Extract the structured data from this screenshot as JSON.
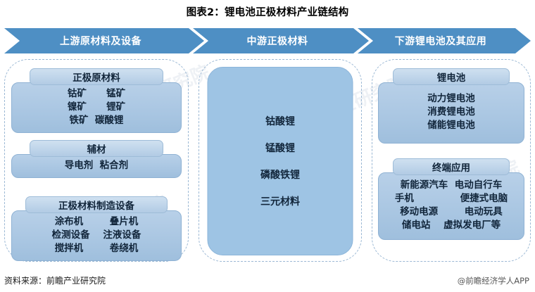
{
  "title": "图表2：锂电池正极材料产业链结构",
  "banners": [
    {
      "id": "upstream",
      "label": "上游原材料及设备"
    },
    {
      "id": "midstream",
      "label": "中游正极材料"
    },
    {
      "id": "downstream",
      "label": "下游锂电池及其应用"
    }
  ],
  "columns": {
    "upstream": {
      "groups": [
        {
          "id": "raw-materials",
          "header": "正极原材料",
          "lines": [
            "钴矿      锰矿",
            "镍矿      锂矿",
            "铁矿  碳酸锂"
          ]
        },
        {
          "id": "auxiliary-materials",
          "header": "辅材",
          "lines": [
            "导电剂  粘合剂"
          ]
        },
        {
          "id": "manufacturing-equipment",
          "header": "正极材料制造设备",
          "lines": [
            "涂布机        叠片机",
            "检测设备    注液设备",
            "搅拌机        卷绕机"
          ]
        }
      ]
    },
    "midstream": {
      "items": [
        "钴酸锂",
        "锰酸锂",
        "磷酸铁锂",
        "三元材料"
      ]
    },
    "downstream": {
      "groups": [
        {
          "id": "lithium-battery",
          "header": "锂电池",
          "lines": [
            "动力锂电池",
            "消费锂电池",
            "储能锂电池"
          ]
        },
        {
          "id": "terminal-application",
          "header": "终端应用",
          "lines": [
            "新能源汽车  电动自行车",
            "手机              便捷式电脑",
            "移动电源        电动玩具",
            "储电站    虚拟发电厂等"
          ]
        }
      ]
    }
  },
  "footer": {
    "source": "资料来源：前瞻产业研究院",
    "credit": "@前瞻经济学人APP"
  },
  "watermark": {
    "a": "前瞻产业研究院",
    "b": "前瞻产业研究院",
    "c": "前瞻产业研究院",
    "d": "前瞻产业研究院"
  },
  "colors": {
    "banner": "#4E8FC4",
    "panel": "#9EC4E4",
    "box_head": "#c2d7ec",
    "box_body": "#a9c6e2",
    "dashed_border": "#9BB8D4"
  }
}
